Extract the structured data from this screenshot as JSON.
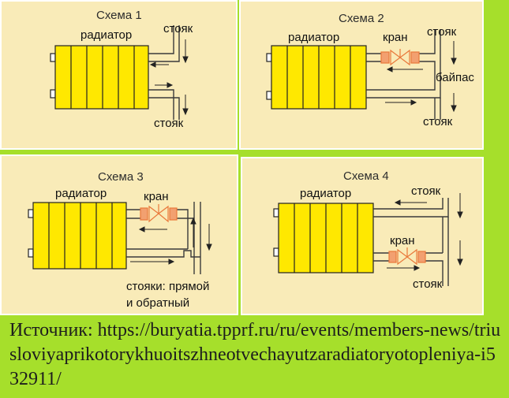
{
  "colors": {
    "page_bg": "#a6df2b",
    "panel_bg": "#f9ebb8",
    "radiator_fill": "#ffe800",
    "radiator_stroke": "#222222",
    "valve": "#e9783b"
  },
  "schemes": [
    {
      "title": "Схема 1",
      "radiator": "радиатор",
      "riser_top": "стояк",
      "riser_bottom": "стояк"
    },
    {
      "title": "Схема 2",
      "radiator": "радиатор",
      "valve": "кран",
      "riser_top": "стояк",
      "bypass": "байпас",
      "riser_bottom": "стояк"
    },
    {
      "title": "Схема 3",
      "radiator": "радиатор",
      "valve": "кран",
      "risers_line1": "стояки: прямой",
      "risers_line2": "и обратный"
    },
    {
      "title": "Схема 4",
      "radiator": "радиатор",
      "riser_top": "стояк",
      "valve": "кран",
      "riser_bottom": "стояк"
    }
  ],
  "source": "Источник: https://buryatia.tpprf.ru/ru/events/members-news/triusloviyaprikotorykhuoitszhneotvechayutzaradiatoryotopleniya-i532911/"
}
